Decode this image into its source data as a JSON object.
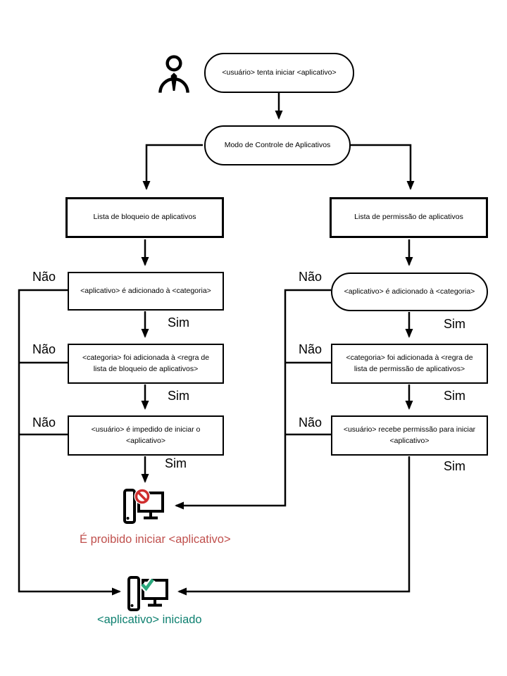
{
  "diagram": {
    "nodes": {
      "start": "<usuário> tenta iniciar <aplicativo>",
      "mode": "Modo de Controle de Aplicativos",
      "denylist": "Lista de bloqueio de aplicativos",
      "allowlist": "Lista de permissão de aplicativos",
      "deny_app_in_category": "<aplicativo> é adicionado à <categoria>",
      "deny_category_in_rule": "<categoria> foi adicionada à <regra de lista de bloqueio de aplicativos>",
      "deny_user_blocked": "<usuário> é impedido  de iniciar o <aplicativo>",
      "allow_app_in_category": "<aplicativo> é adicionado à <categoria>",
      "allow_category_in_rule": "<categoria> foi adicionada à <regra de lista de permissão de aplicativos>",
      "allow_user_permitted": "<usuário> recebe permissão para iniciar <aplicativo>"
    },
    "labels": {
      "no": "Não",
      "yes": "Sim"
    },
    "outcomes": {
      "blocked": "É proibido iniciar <aplicativo>",
      "started": "<aplicativo>  iniciado"
    },
    "icons": {
      "actor": "person-icon",
      "blocked": "computer-prohibited-icon",
      "started": "computer-check-icon"
    },
    "colors": {
      "line": "#000000",
      "blocked_text": "#c0504d",
      "started_text": "#0e8070",
      "prohibition_sign": "#cf2e2e",
      "check_mark": "#2aa87d"
    }
  }
}
